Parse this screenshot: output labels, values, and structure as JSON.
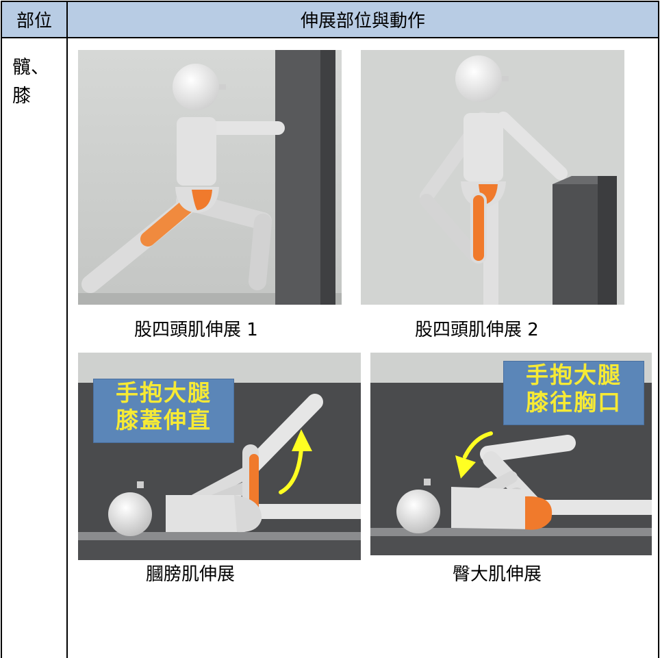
{
  "table": {
    "header_part": "部位",
    "header_action": "伸展部位與動作",
    "part_label_line1": "髖、",
    "part_label_line2": "膝"
  },
  "images": [
    {
      "caption": "股四頭肌伸展 1"
    },
    {
      "caption": "股四頭肌伸展 2"
    },
    {
      "caption": "膕膀肌伸展",
      "overlay_line1": "手抱大腿",
      "overlay_line2": "膝蓋伸直"
    },
    {
      "caption": "臀大肌伸展",
      "overlay_line1": "手抱大腿",
      "overlay_line2": "膝往胸口"
    }
  ],
  "colors": {
    "header_bg": "#b8cce4",
    "muscle_highlight": "#f07a2c",
    "overlay_bg": "#5b86b8",
    "overlay_text": "#f6ea35",
    "arrow": "#ffff22"
  }
}
